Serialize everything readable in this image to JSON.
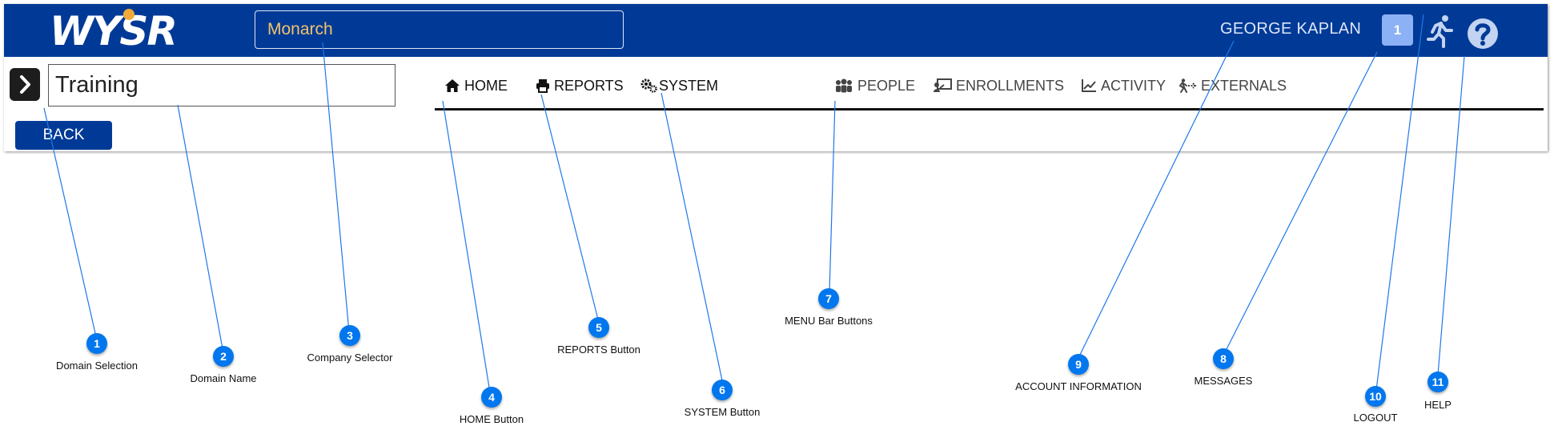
{
  "colors": {
    "header_bg": "#003a96",
    "accent": "#0077ee",
    "company_text": "#f2c36b",
    "logo_dot": "#f2a93b",
    "messages_badge": "#8cb1f4",
    "icon_light": "#c3d3f2",
    "leader_line": "#1e78ea"
  },
  "header": {
    "logo_text": "WYSR",
    "company_selector": {
      "value": "Monarch"
    },
    "account_name": "GEORGE KAPLAN",
    "messages_count": "1",
    "logout_icon": "running-person-icon",
    "help_icon": "question-circle-icon"
  },
  "domain": {
    "toggle_icon": "chevron-right-icon",
    "name": "Training"
  },
  "back_label": "BACK",
  "nav": [
    {
      "label": "HOME",
      "icon": "home-icon"
    },
    {
      "label": "REPORTS",
      "icon": "printer-icon"
    },
    {
      "label": "SYSTEM",
      "icon": "gears-icon"
    },
    {
      "label": "PEOPLE",
      "icon": "people-icon"
    },
    {
      "label": "ENROLLMENTS",
      "icon": "enrollment-icon"
    },
    {
      "label": "ACTIVITY",
      "icon": "line-chart-icon"
    },
    {
      "label": "EXTERNALS",
      "icon": "externals-icon"
    }
  ],
  "callouts": [
    {
      "number": "1",
      "label": "Domain Selection"
    },
    {
      "number": "2",
      "label": "Domain Name"
    },
    {
      "number": "3",
      "label": "Company Selector"
    },
    {
      "number": "4",
      "label": "HOME Button"
    },
    {
      "number": "5",
      "label": "REPORTS Button"
    },
    {
      "number": "6",
      "label": "SYSTEM Button"
    },
    {
      "number": "7",
      "label": "MENU Bar Buttons"
    },
    {
      "number": "8",
      "label": "MESSAGES"
    },
    {
      "number": "9",
      "label": "ACCOUNT INFORMATION"
    },
    {
      "number": "10",
      "label": "LOGOUT"
    },
    {
      "number": "11",
      "label": "HELP"
    }
  ]
}
